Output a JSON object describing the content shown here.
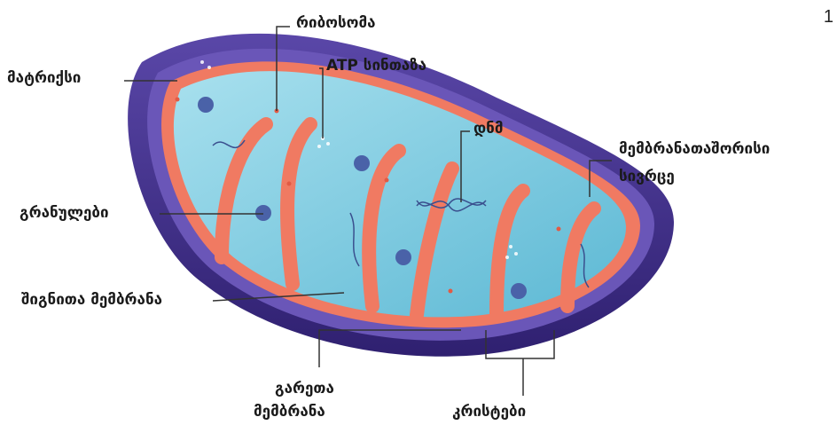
{
  "page_number": "1",
  "labels": {
    "ribosome": "რიბოსომა",
    "matrix": "მატრიქსი",
    "atp_synthase": "ATP სინთაზა",
    "dna": "დნმ",
    "intermembrane_line1": "მემბრანათაშორისი",
    "intermembrane_line2": "სივრცე",
    "granules": "გრანულები",
    "inner_membrane": "შიგნითა მემბრანა",
    "outer_membrane_line1": "გარეთა",
    "outer_membrane_line2": "მემბრანა",
    "cristae": "კრისტები"
  },
  "colors": {
    "outer_membrane": "#3e2e8c",
    "intermembrane_space": "#6a56b8",
    "inner_membrane": "#f07a62",
    "matrix": "#7ccbe0",
    "granule": "#4a62a8",
    "leader_line": "#333333"
  }
}
